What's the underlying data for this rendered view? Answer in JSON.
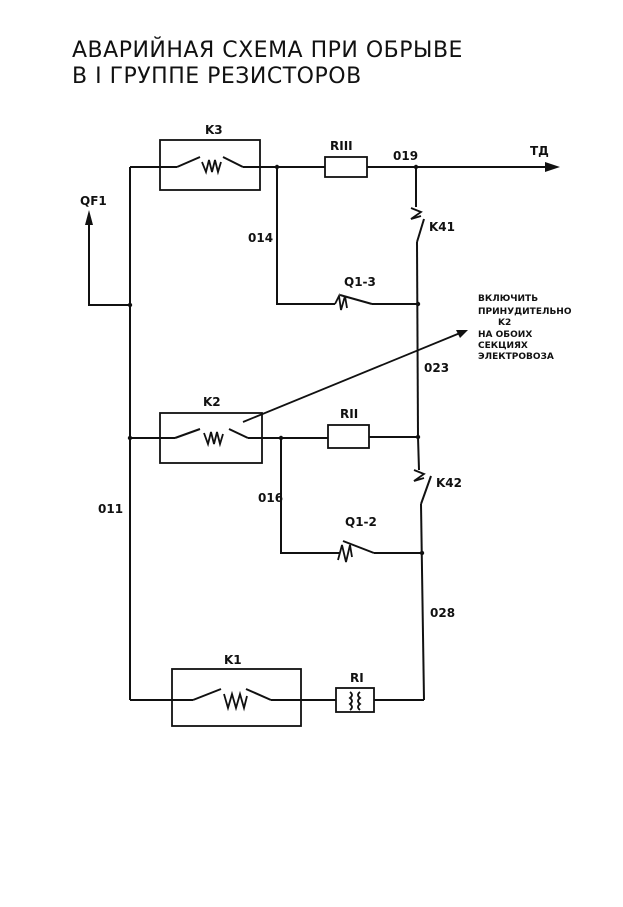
{
  "title": {
    "line1": "АВАРИЙНАЯ СХЕМА ПРИ ОБРЫВЕ",
    "line2": "В  I ГРУППЕ РЕЗИСТОРОВ"
  },
  "components": {
    "k3": "K3",
    "k2": "K2",
    "k1": "K1",
    "r3": "RIII",
    "r2": "RII",
    "r1": "RI",
    "k41": "K41",
    "k42": "K42",
    "q13": "Q1-3",
    "q12": "Q1-2",
    "qf1": "QF1",
    "td": "ТД"
  },
  "wires": {
    "w019": "019",
    "w014": "014",
    "w023": "023",
    "w016": "016",
    "w011": "011",
    "w028": "028"
  },
  "note": {
    "line1": "ВКЛЮЧИТЬ",
    "line2": "ПРИНУДИТЕЛЬНО",
    "line3": "K2",
    "line4": "НА ОБОИХ",
    "line5": "СЕКЦИЯХ",
    "line6": "ЭЛЕКТРОВОЗА"
  }
}
